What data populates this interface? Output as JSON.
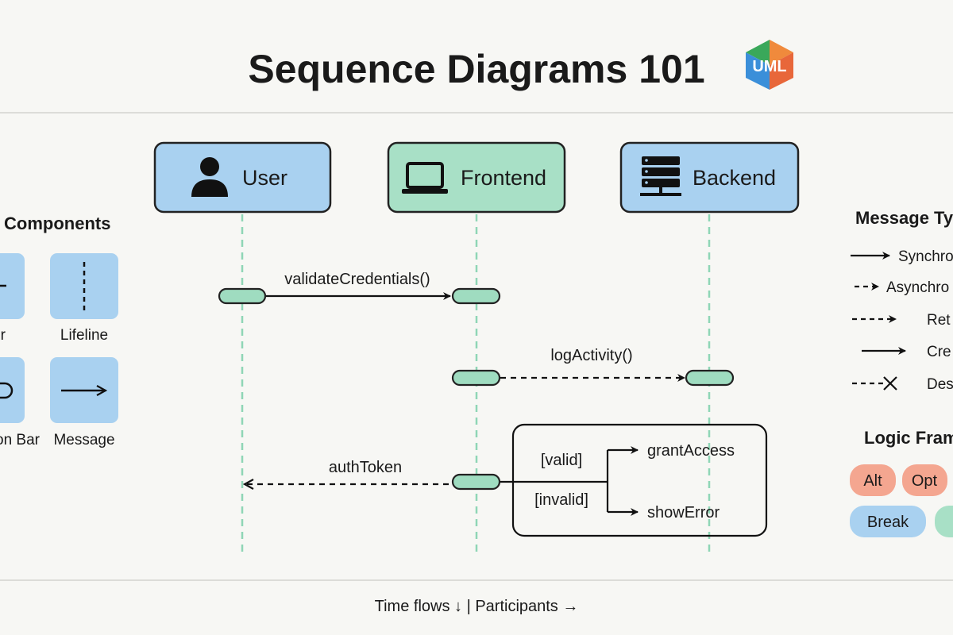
{
  "title": "Sequence Diagrams 101",
  "logo_text": "UML",
  "colors": {
    "blue": "#a9d1f0",
    "green": "#a8e0c6",
    "activation": "#9fdcc0",
    "lifeline": "#8fd6b6",
    "salmon": "#f4a690",
    "background": "#f7f7f4"
  },
  "participants": [
    {
      "label": "User",
      "icon": "person-icon"
    },
    {
      "label": "Frontend",
      "icon": "laptop-icon"
    },
    {
      "label": "Backend",
      "icon": "server-icon"
    }
  ],
  "messages": [
    {
      "label": "validateCredentials()",
      "from": "User",
      "to": "Frontend",
      "style": "synchronous"
    },
    {
      "label": "logActivity()",
      "from": "Frontend",
      "to": "Backend",
      "style": "asynchronous-dashed"
    },
    {
      "label": "authToken",
      "from": "Frontend",
      "to": "User",
      "style": "return-dashed"
    }
  ],
  "alt_frame": {
    "conditions": [
      {
        "guard": "[valid]",
        "action": "grantAccess"
      },
      {
        "guard": "[invalid]",
        "action": "showError"
      }
    ]
  },
  "components_panel": {
    "heading": "Components",
    "items": [
      "or",
      "Lifeline",
      "on Bar",
      "Message"
    ]
  },
  "message_types_panel": {
    "heading": "Message Ty",
    "items": [
      "Synchro",
      "Asynchro",
      "Ret",
      "Cre",
      "Des"
    ]
  },
  "logic_frames_panel": {
    "heading": "Logic Fram",
    "items": [
      "Alt",
      "Opt",
      "Break"
    ]
  },
  "footer": "Time flows ↓ | Participants →"
}
